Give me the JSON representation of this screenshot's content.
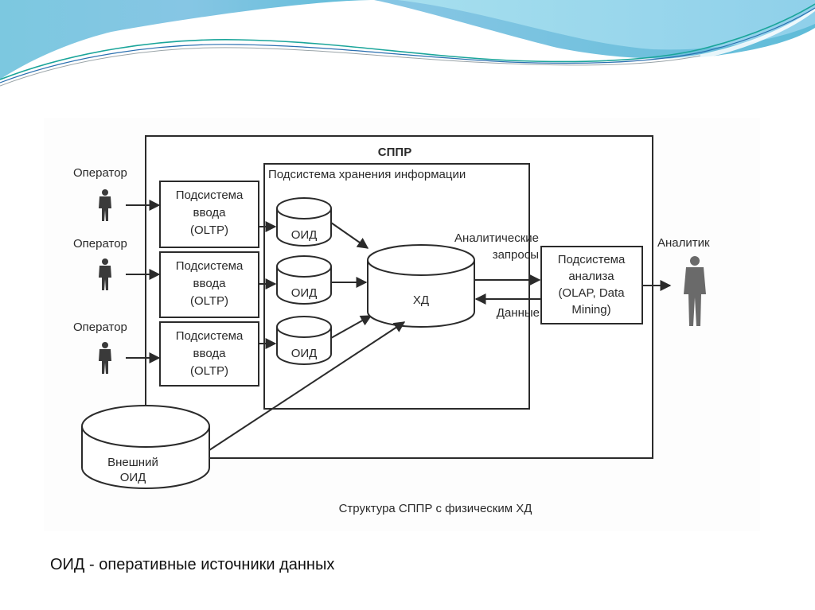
{
  "diagram": {
    "title": "СППР",
    "storage_subsystem_label": "Подсистема хранения информации",
    "operators": [
      {
        "label": "Оператор"
      },
      {
        "label": "Оператор"
      },
      {
        "label": "Оператор"
      }
    ],
    "input_subsystems": [
      {
        "line1": "Подсистема",
        "line2": "ввода",
        "line3": "(OLTP)"
      },
      {
        "line1": "Подсистема",
        "line2": "ввода",
        "line3": "(OLTP)"
      },
      {
        "line1": "Подсистема",
        "line2": "ввода",
        "line3": "(OLTP)"
      }
    ],
    "oid_stores": [
      {
        "label": "ОИД"
      },
      {
        "label": "ОИД"
      },
      {
        "label": "ОИД"
      }
    ],
    "warehouse_label": "ХД",
    "external_oid": {
      "line1": "Внешний",
      "line2": "ОИД"
    },
    "queries_label": {
      "line1": "Аналитические",
      "line2": "запросы"
    },
    "data_label": "Данные",
    "analysis_subsystem": {
      "line1": "Подсистема",
      "line2": "анализа",
      "line3": "(OLAP, Data",
      "line4": "Mining)"
    },
    "analyst_label": "Аналитик",
    "caption": "Структура СППР с физическим ХД"
  },
  "footnote": "ОИД - оперативные источники данных",
  "colors": {
    "banner_dark": "#5fb8dc",
    "banner_light": "#a8dcec",
    "line_teal": "#1aa59a",
    "line_blue": "#2a6fb0",
    "ink": "#2b2b2b"
  }
}
